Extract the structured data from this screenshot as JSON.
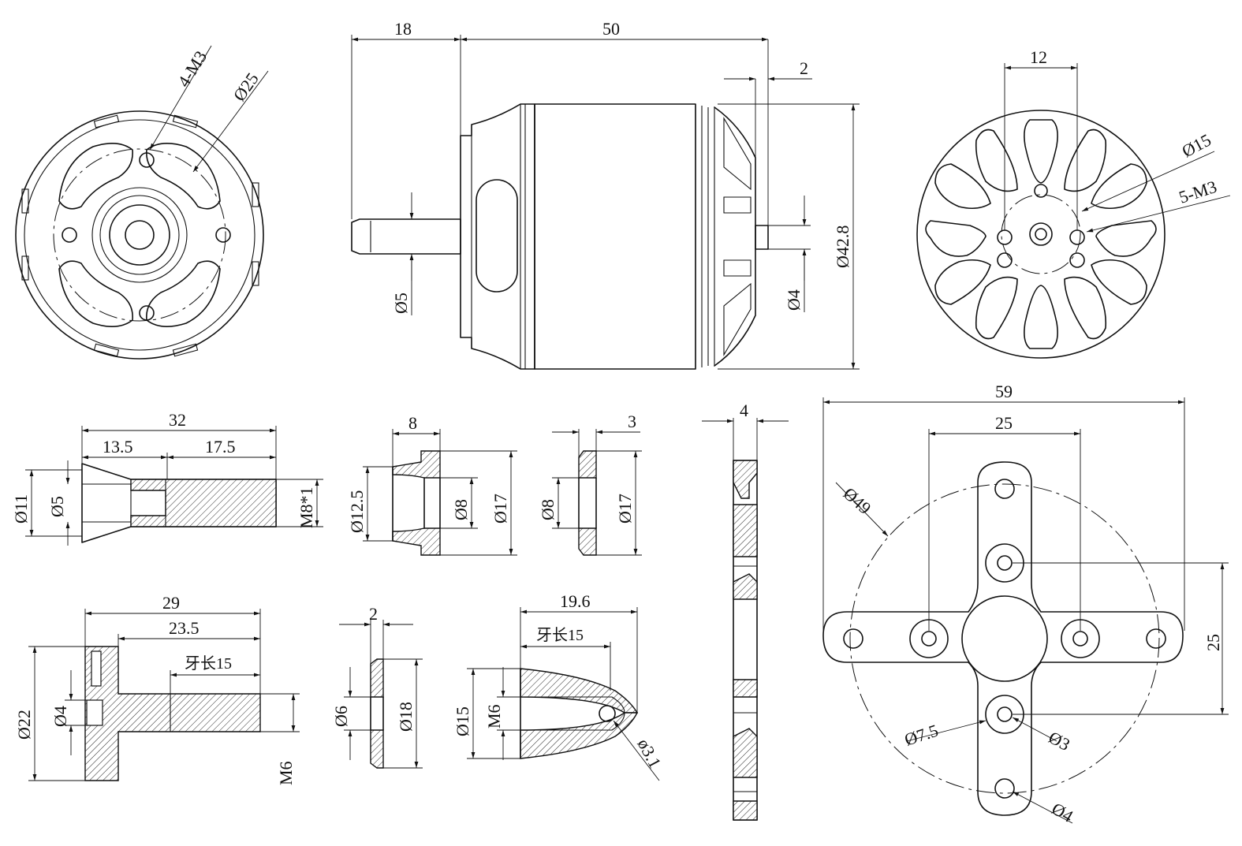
{
  "labels": {
    "front_holes": "4-M3",
    "front_pcd": "Ø25",
    "shaft_ext": "18",
    "body_len": "50",
    "flange_gap": "2",
    "shaft_dia": "Ø5",
    "boss_dia": "Ø4",
    "body_dia": "Ø42.8",
    "rear_spacing": "12",
    "rear_pcd": "Ø15",
    "rear_holes": "5-M3",
    "adapter_len": "32",
    "adapter_a": "13.5",
    "adapter_b": "17.5",
    "adapter_od": "Ø11",
    "adapter_bore": "Ø5",
    "adapter_thread": "M8*1",
    "washer1_w": "8",
    "washer1_id": "Ø12.5",
    "washer1_bore": "Ø8",
    "washer1_od": "Ø17",
    "washer2_w": "3",
    "washer2_bore": "Ø8",
    "washer2_od": "Ø17",
    "mount_t": "4",
    "mount_w": "59",
    "mount_spacing_h": "25",
    "mount_circle": "Ø49",
    "mount_spacing_v": "25",
    "mount_center_hole": "Ø7.5",
    "mount_small_hole": "Ø3",
    "mount_outer_hole": "Ø4",
    "prop_len": "29",
    "prop_b": "23.5",
    "prop_thread_len": "牙长15",
    "prop_od": "Ø22",
    "prop_bore": "Ø4",
    "prop_thread": "M6",
    "plate_t": "2",
    "plate_bore": "Ø6",
    "plate_od": "Ø18",
    "nut_len": "19.6",
    "nut_thread_len": "牙长15",
    "nut_od": "Ø15",
    "nut_thread": "M6",
    "nut_hole": "ø3.1"
  }
}
